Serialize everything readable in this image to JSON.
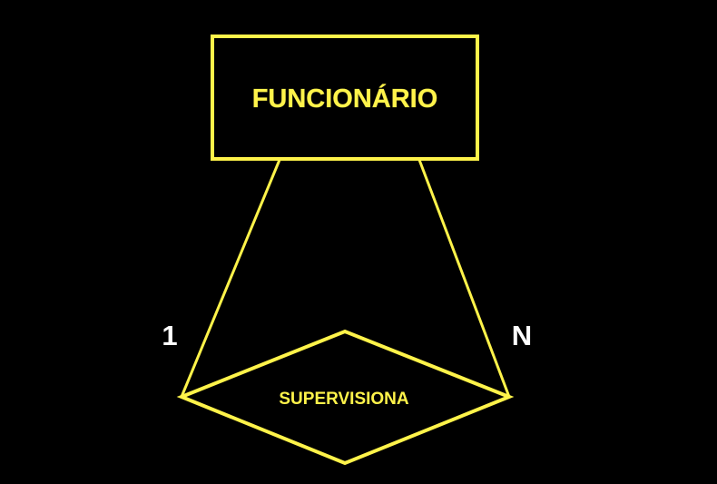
{
  "diagram": {
    "type": "er-diagram",
    "entity": {
      "label": "FUNCIONÁRIO"
    },
    "relationship": {
      "label": "SUPERVISIONA"
    },
    "cardinality": {
      "left": "1",
      "right": "N"
    },
    "colors": {
      "background": "#000000",
      "shape_stroke": "#FFF34A",
      "shape_text": "#FFF34A",
      "cardinality_text": "#FFFFFF"
    }
  }
}
